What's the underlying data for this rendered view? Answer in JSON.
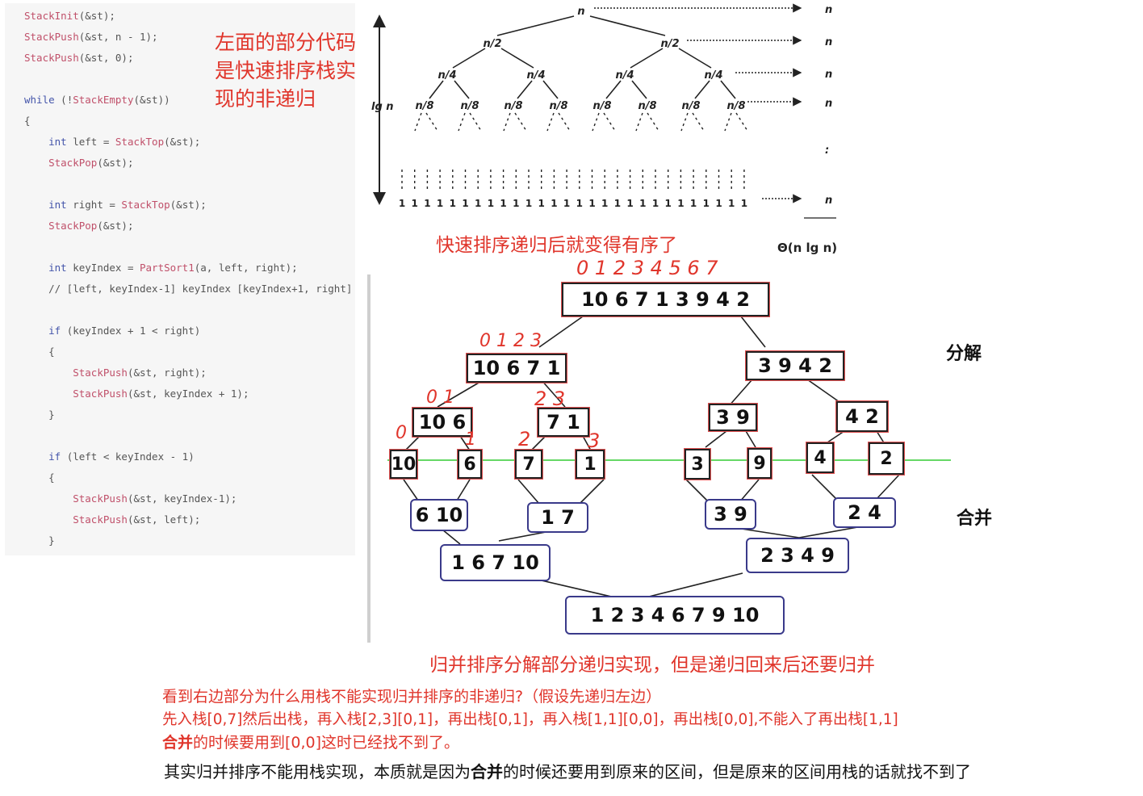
{
  "code": {
    "lines": [
      {
        "parts": [
          [
            "f",
            "StackInit"
          ],
          [
            "n",
            "(&st);"
          ]
        ]
      },
      {
        "parts": [
          [
            "f",
            "StackPush"
          ],
          [
            "n",
            "(&st, n - 1);"
          ]
        ]
      },
      {
        "parts": [
          [
            "f",
            "StackPush"
          ],
          [
            "n",
            "(&st, 0);"
          ]
        ]
      },
      {
        "parts": []
      },
      {
        "parts": [
          [
            "k",
            "while"
          ],
          [
            "n",
            " (!"
          ],
          [
            "f",
            "StackEmpty"
          ],
          [
            "n",
            "(&st))"
          ]
        ]
      },
      {
        "parts": [
          [
            "n",
            "{"
          ]
        ]
      },
      {
        "parts": [
          [
            "n",
            "    "
          ],
          [
            "k",
            "int"
          ],
          [
            "n",
            " left = "
          ],
          [
            "f",
            "StackTop"
          ],
          [
            "n",
            "(&st);"
          ]
        ]
      },
      {
        "parts": [
          [
            "n",
            "    "
          ],
          [
            "f",
            "StackPop"
          ],
          [
            "n",
            "(&st);"
          ]
        ]
      },
      {
        "parts": []
      },
      {
        "parts": [
          [
            "n",
            "    "
          ],
          [
            "k",
            "int"
          ],
          [
            "n",
            " right = "
          ],
          [
            "f",
            "StackTop"
          ],
          [
            "n",
            "(&st);"
          ]
        ]
      },
      {
        "parts": [
          [
            "n",
            "    "
          ],
          [
            "f",
            "StackPop"
          ],
          [
            "n",
            "(&st);"
          ]
        ]
      },
      {
        "parts": []
      },
      {
        "parts": [
          [
            "n",
            "    "
          ],
          [
            "k",
            "int"
          ],
          [
            "n",
            " keyIndex = "
          ],
          [
            "f",
            "PartSort1"
          ],
          [
            "n",
            "(a, left, right);"
          ]
        ]
      },
      {
        "parts": [
          [
            "n",
            "    // [left, keyIndex-1] keyIndex [keyIndex+1, right]"
          ]
        ]
      },
      {
        "parts": []
      },
      {
        "parts": [
          [
            "n",
            "    "
          ],
          [
            "k",
            "if"
          ],
          [
            "n",
            " (keyIndex + 1 < right)"
          ]
        ]
      },
      {
        "parts": [
          [
            "n",
            "    {"
          ]
        ]
      },
      {
        "parts": [
          [
            "n",
            "        "
          ],
          [
            "f",
            "StackPush"
          ],
          [
            "n",
            "(&st, right);"
          ]
        ]
      },
      {
        "parts": [
          [
            "n",
            "        "
          ],
          [
            "f",
            "StackPush"
          ],
          [
            "n",
            "(&st, keyIndex + 1);"
          ]
        ]
      },
      {
        "parts": [
          [
            "n",
            "    }"
          ]
        ]
      },
      {
        "parts": []
      },
      {
        "parts": [
          [
            "n",
            "    "
          ],
          [
            "k",
            "if"
          ],
          [
            "n",
            " (left < keyIndex - 1)"
          ]
        ]
      },
      {
        "parts": [
          [
            "n",
            "    {"
          ]
        ]
      },
      {
        "parts": [
          [
            "n",
            "        "
          ],
          [
            "f",
            "StackPush"
          ],
          [
            "n",
            "(&st, keyIndex-1);"
          ]
        ]
      },
      {
        "parts": [
          [
            "n",
            "        "
          ],
          [
            "f",
            "StackPush"
          ],
          [
            "n",
            "(&st, left);"
          ]
        ]
      },
      {
        "parts": [
          [
            "n",
            "    }"
          ]
        ]
      }
    ]
  },
  "left_note": [
    "左面的部分代码",
    "是快速排序栈实",
    "现的非递归"
  ],
  "quick_tree": {
    "level_labels": [
      "n",
      "n/2",
      "n/4",
      "n/8",
      "1"
    ],
    "right_labels": [
      "n",
      "n",
      "n",
      "n",
      ":",
      "n"
    ],
    "height_label": "lg n",
    "total_label": "Θ(n lg n)"
  },
  "quick_caption": "快速排序递归后就变得有序了",
  "merge_tree": {
    "root": "10 6 7 1 3 9 4 2",
    "root_index_note": "0 1 2 3 4 5 6 7",
    "split_l1": [
      "10 6 7 1",
      "3 9 4 2"
    ],
    "split_l1_note": "0 1 2 3",
    "split_l2": [
      "10 6",
      "7 1",
      "3 9",
      "4 2"
    ],
    "split_l2_notes": [
      "0 1",
      "2 3"
    ],
    "leaves": [
      "10",
      "6",
      "7",
      "1",
      "3",
      "9",
      "4",
      "2"
    ],
    "leaf_notes": [
      "0",
      "1",
      "2",
      "3"
    ],
    "merge_l1": [
      "6 10",
      "1 7",
      "3 9",
      "2 4"
    ],
    "merge_l2": [
      "1 6 7 10",
      "2 3 4 9"
    ],
    "merge_root": "1 2 3 4 6 7 9 10",
    "label_split": "分解",
    "label_merge": "合并"
  },
  "merge_caption": "归并排序分解部分递归实现，但是递归回来后还要归并",
  "bottom": {
    "line1": "看到右边部分为什么用栈不能实现归并排序的非递归?（假设先递归左边）",
    "line2": "先入栈[0,7]然后出栈，再入栈[2,3][0,1]，再出栈[0,1]，再入栈[1,1][0,0]，再出栈[0,0],不能入了再出栈[1,1]",
    "line3_bold": "合并",
    "line3_rest": "的时候要用到[0,0]这时已经找不到了。",
    "line4_a": "其实归并排序不能用栈实现，本质就是因为",
    "line4_bold": "合并",
    "line4_b": "的时候还要用到原来的区间，但是原来的区间用栈的话就找不到了"
  },
  "colors": {
    "note_red": "#e0352b",
    "split_border": "#e05050",
    "merge_border": "#3a3a8a",
    "divider_line": "#33cc33",
    "code_fn": "#c0506a",
    "code_kw": "#4455aa"
  }
}
